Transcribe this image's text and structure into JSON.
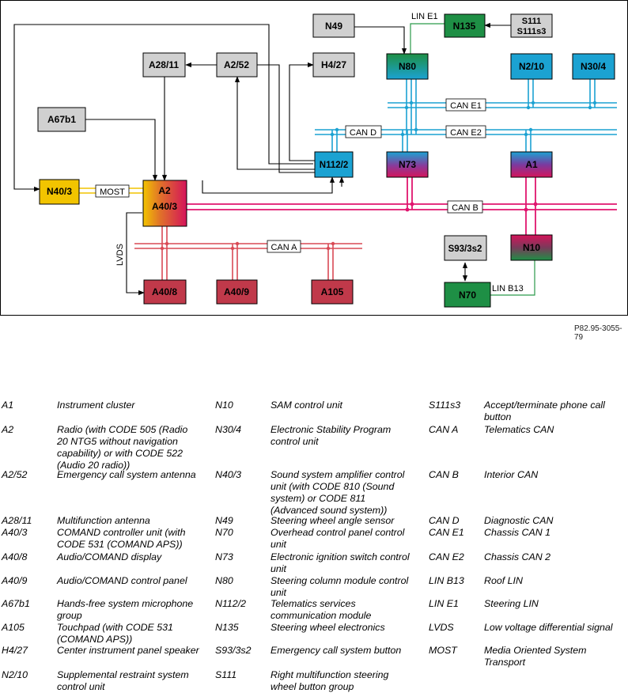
{
  "diagram": {
    "nodes": {
      "N49": "N49",
      "N135": "N135",
      "S111": "S111",
      "S111s3": "S111s3",
      "A28_11": "A28/11",
      "A2_52": "A2/52",
      "H4_27": "H4/27",
      "N80": "N80",
      "N2_10": "N2/10",
      "N30_4": "N30/4",
      "A67b1": "A67b1",
      "N112_2": "N112/2",
      "N73": "N73",
      "A1": "A1",
      "N40_3": "N40/3",
      "A2": "A2",
      "A40_3": "A40/3",
      "S93_3s2": "S93/3s2",
      "N10": "N10",
      "N70": "N70",
      "A40_8": "A40/8",
      "A40_9": "A40/9",
      "A105": "A105"
    },
    "bus_labels": {
      "LIN_E1": "LIN E1",
      "CAN_E1": "CAN E1",
      "CAN_D": "CAN D",
      "CAN_E2": "CAN E2",
      "MOST": "MOST",
      "CAN_B": "CAN B",
      "CAN_A": "CAN A",
      "LVDS": "LVDS",
      "LIN_B13": "LIN B13"
    },
    "colors": {
      "gray_box": "#d0d0d0",
      "green_box": "#1e8f45",
      "blue_box": "#1ba2d2",
      "yellow_box": "#f2c400",
      "red_box": "#c0394a",
      "pink_box": "#d4145a",
      "can_b_line": "#e0146e",
      "can_blue_line": "#1ba2d2",
      "can_a_line": "#d94a55",
      "most_line": "#f2c400",
      "lin_line": "#2b9a4a"
    }
  },
  "figure_code": "P82.95-3055-79",
  "legend": {
    "col1": [
      {
        "code": "A1",
        "desc": "Instrument cluster"
      },
      {
        "code": "A2",
        "desc": "Radio (with CODE 505 (Radio 20 NTG5 without navigation capability) or with CODE 522 (Audio 20 radio))"
      },
      {
        "code": "A2/52",
        "desc": "Emergency call system antenna"
      },
      {
        "code": "A28/11",
        "desc": "Multifunction antenna"
      },
      {
        "code": "A40/3",
        "desc": "COMAND controller unit (with CODE 531 (COMAND APS))"
      },
      {
        "code": "A40/8",
        "desc": "Audio/COMAND display"
      },
      {
        "code": "A40/9",
        "desc": "Audio/COMAND control panel"
      },
      {
        "code": "A67b1",
        "desc": "Hands-free system microphone group"
      },
      {
        "code": "A105",
        "desc": "Touchpad (with CODE 531 (COMAND APS))"
      },
      {
        "code": "H4/27",
        "desc": "Center instrument panel speaker"
      },
      {
        "code": "N2/10",
        "desc": "Supplemental restraint system control unit"
      }
    ],
    "col2": [
      {
        "code": "N10",
        "desc": "SAM control unit"
      },
      {
        "code": "N30/4",
        "desc": "Electronic Stability Program control unit"
      },
      {
        "code": "N40/3",
        "desc": "Sound system amplifier control unit (with CODE 810 (Sound system) or CODE 811 (Advanced sound system))"
      },
      {
        "code": "N49",
        "desc": "Steering wheel angle sensor"
      },
      {
        "code": "N70",
        "desc": "Overhead control panel control unit"
      },
      {
        "code": "N73",
        "desc": "Electronic ignition switch control unit"
      },
      {
        "code": "N80",
        "desc": "Steering column module control unit"
      },
      {
        "code": "N112/2",
        "desc": "Telematics services communication module"
      },
      {
        "code": "N135",
        "desc": "Steering wheel electronics"
      },
      {
        "code": "S93/3s2",
        "desc": "Emergency call system button"
      },
      {
        "code": "S111",
        "desc": "Right multifunction steering wheel button group"
      }
    ],
    "col3": [
      {
        "code": "S111s3",
        "desc": "Accept/terminate phone call button"
      },
      {
        "code": "CAN A",
        "desc": "Telematics CAN"
      },
      {
        "code": "CAN B",
        "desc": "Interior CAN"
      },
      {
        "code": "CAN D",
        "desc": "Diagnostic CAN"
      },
      {
        "code": "CAN E1",
        "desc": "Chassis CAN 1"
      },
      {
        "code": "CAN E2",
        "desc": "Chassis CAN 2"
      },
      {
        "code": "LIN B13",
        "desc": "Roof LIN"
      },
      {
        "code": "LIN E1",
        "desc": "Steering LIN"
      },
      {
        "code": "LVDS",
        "desc": "Low voltage differential signal"
      },
      {
        "code": "MOST",
        "desc": "Media Oriented System Transport"
      }
    ]
  }
}
